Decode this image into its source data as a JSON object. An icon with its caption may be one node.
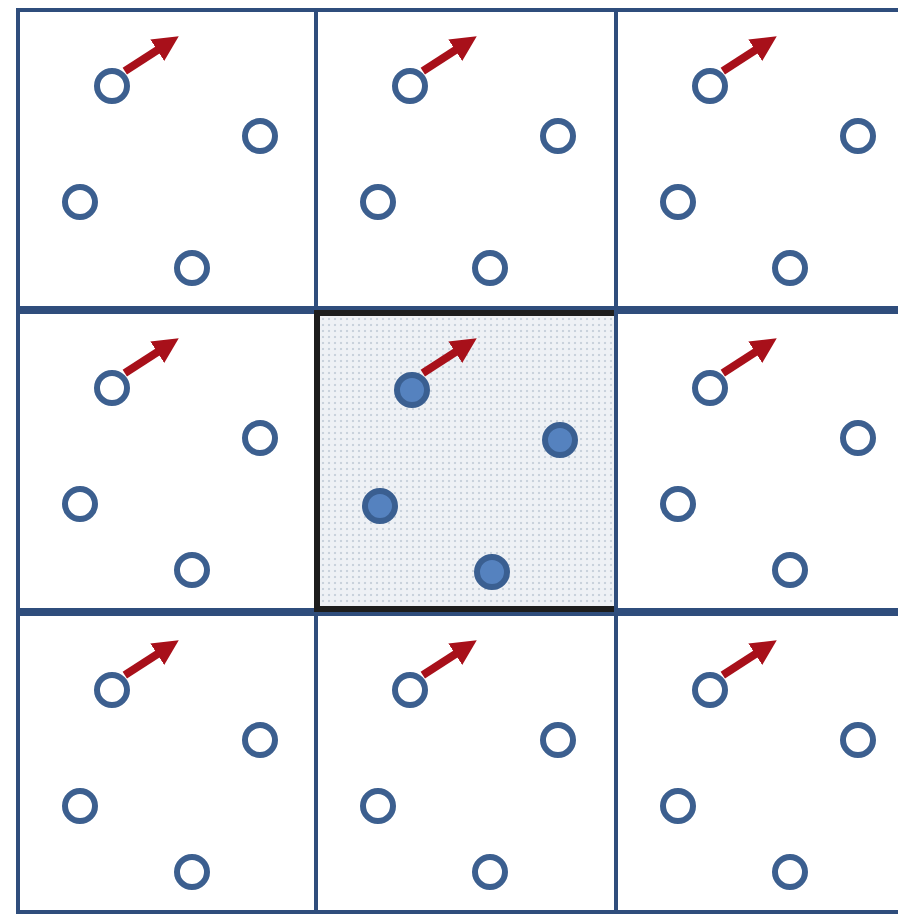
{
  "diagram": {
    "nodes": [
      {
        "text": [],
        "shape": "box"
      },
      {
        "text": [],
        "shape": "circle",
        "in": 0
      },
      {
        "text": [],
        "shape": "circle",
        "in": 0
      },
      {
        "text": [],
        "shape": "circle",
        "in": 0
      },
      {
        "text": [],
        "shape": "circle",
        "in": 0
      },
      {
        "text": [],
        "shape": "box"
      },
      {
        "text": [],
        "shape": "circle",
        "in": 5
      },
      {
        "text": [],
        "shape": "circle",
        "in": 5
      },
      {
        "text": [],
        "shape": "circle",
        "in": 5
      },
      {
        "text": [],
        "shape": "circle",
        "in": 5
      },
      {
        "text": [],
        "shape": "box"
      },
      {
        "text": [],
        "shape": "circle",
        "in": 10
      },
      {
        "text": [],
        "shape": "circle",
        "in": 10
      },
      {
        "text": [],
        "shape": "circle",
        "in": 10
      },
      {
        "text": [],
        "shape": "circle",
        "in": 10
      },
      {
        "text": [],
        "shape": "box"
      },
      {
        "text": [],
        "shape": "circle",
        "in": 15
      },
      {
        "text": [],
        "shape": "circle",
        "in": 15
      },
      {
        "text": [],
        "shape": "circle",
        "in": 15
      },
      {
        "text": [],
        "shape": "circle",
        "in": 15
      },
      {
        "text": [],
        "shape": "box"
      },
      {
        "text": [],
        "shape": "circle",
        "in": 20
      },
      {
        "text": [],
        "shape": "circle",
        "in": 20
      },
      {
        "text": [],
        "shape": "circle",
        "in": 20
      },
      {
        "text": [],
        "shape": "circle",
        "in": 20
      },
      {
        "text": [],
        "shape": "box"
      },
      {
        "text": [],
        "shape": "circle",
        "in": 25
      },
      {
        "text": [],
        "shape": "circle",
        "in": 25
      },
      {
        "text": [],
        "shape": "circle",
        "in": 25
      },
      {
        "text": [],
        "shape": "circle",
        "in": 25
      },
      {
        "text": [],
        "shape": "box"
      },
      {
        "text": [],
        "shape": "circle",
        "in": 30
      },
      {
        "text": [],
        "shape": "circle",
        "in": 30
      },
      {
        "text": [],
        "shape": "circle",
        "in": 30
      },
      {
        "text": [],
        "shape": "circle",
        "in": 30
      },
      {
        "text": [],
        "shape": "box"
      },
      {
        "text": [],
        "shape": "circle",
        "in": 35
      },
      {
        "text": [],
        "shape": "circle",
        "in": 35
      },
      {
        "text": [],
        "shape": "circle",
        "in": 35
      },
      {
        "text": [],
        "shape": "circle",
        "in": 35
      },
      {
        "text": [],
        "shape": "box"
      },
      {
        "text": [],
        "shape": "circle",
        "in": 40
      },
      {
        "text": [],
        "shape": "circle",
        "in": 40
      },
      {
        "text": [],
        "shape": "circle",
        "in": 40
      },
      {
        "text": [],
        "shape": "circle",
        "in": 40
      }
    ],
    "edges": [
      {
        "from": 1,
        "to": null,
        "arrow": "to"
      },
      {
        "from": 6,
        "to": null,
        "arrow": "to"
      },
      {
        "from": 11,
        "to": null,
        "arrow": "to"
      },
      {
        "from": 16,
        "to": null,
        "arrow": "to"
      },
      {
        "from": 21,
        "to": null,
        "arrow": "to"
      },
      {
        "from": 26,
        "to": null,
        "arrow": "to"
      },
      {
        "from": 31,
        "to": null,
        "arrow": "to"
      },
      {
        "from": 36,
        "to": null,
        "arrow": "to"
      },
      {
        "from": 41,
        "to": null,
        "arrow": "to"
      }
    ]
  }
}
